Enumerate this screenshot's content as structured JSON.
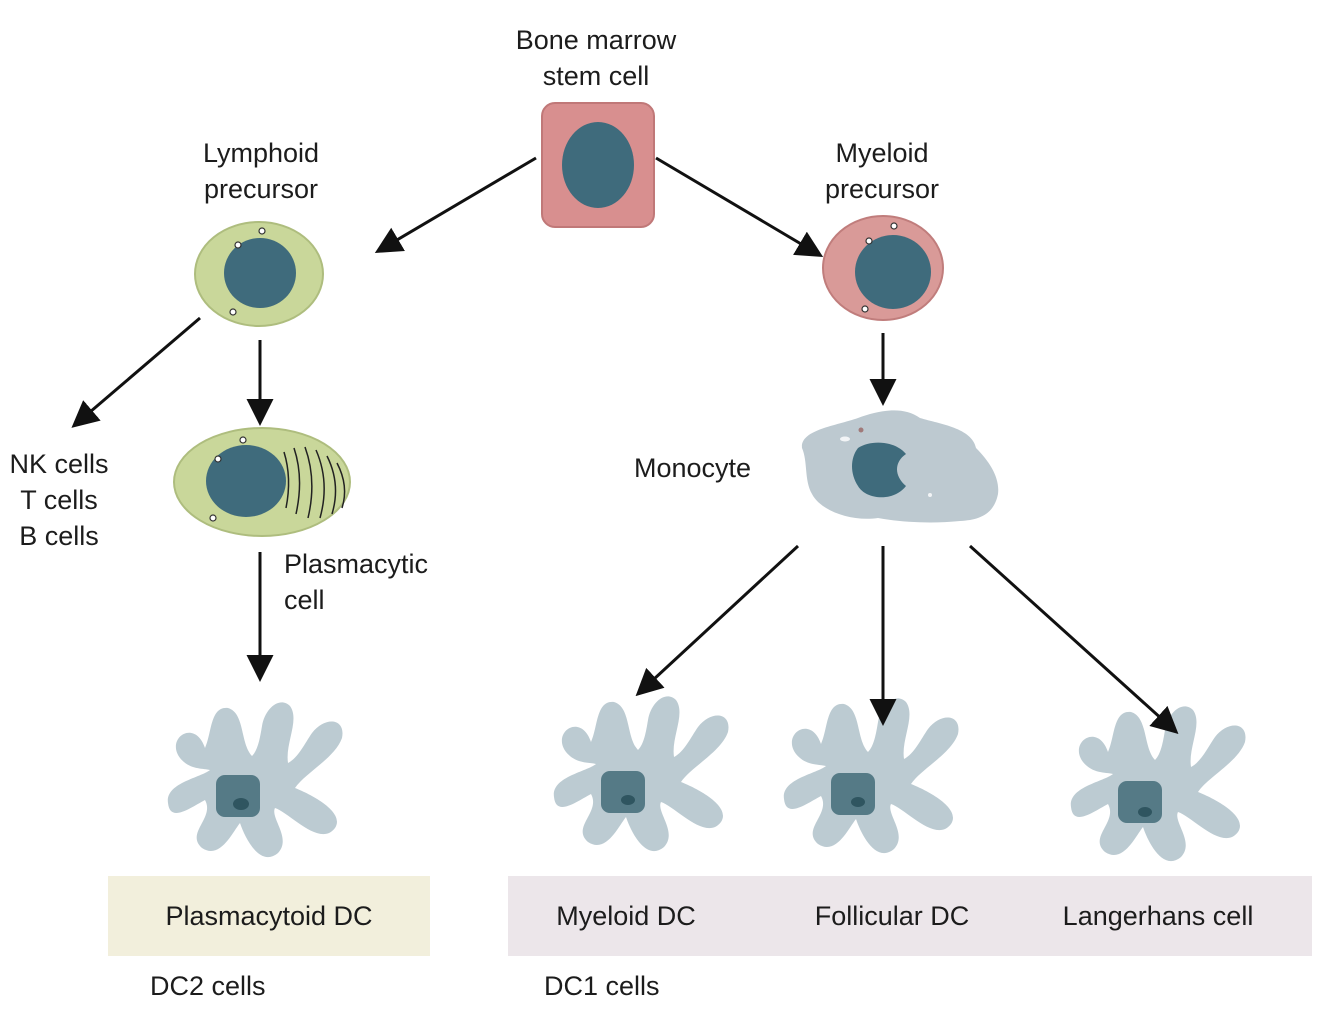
{
  "labels": {
    "bone_marrow": [
      "Bone marrow",
      "stem cell"
    ],
    "lymphoid": [
      "Lymphoid",
      "precursor"
    ],
    "myeloid": [
      "Myeloid",
      "precursor"
    ],
    "nk_t_b": [
      "NK cells",
      "T cells",
      "B cells"
    ],
    "plasmacytic": [
      "Plasmacytic",
      "cell"
    ],
    "monocyte": "Monocyte",
    "plasmacytoid_dc": "Plasmacytoid DC",
    "myeloid_dc": "Myeloid DC",
    "follicular_dc": "Follicular DC",
    "langerhans": "Langerhans cell",
    "dc2": "DC2 cells",
    "dc1": "DC1 cells"
  },
  "colors": {
    "stem_cell_fill": "#d88f8f",
    "lymphoid_fill": "#c9d79a",
    "myeloid_fill": "#d99a98",
    "nucleus": "#3f6b7c",
    "monocyte_fill": "#bdc9d0",
    "dc_fill": "#bccbd2",
    "dc_nucleus": "#557a86",
    "dc_nucleolus": "#2f5560",
    "dc2_box": "#f2efdc",
    "dc1_box": "#ece6ea",
    "arrow": "#111111"
  }
}
